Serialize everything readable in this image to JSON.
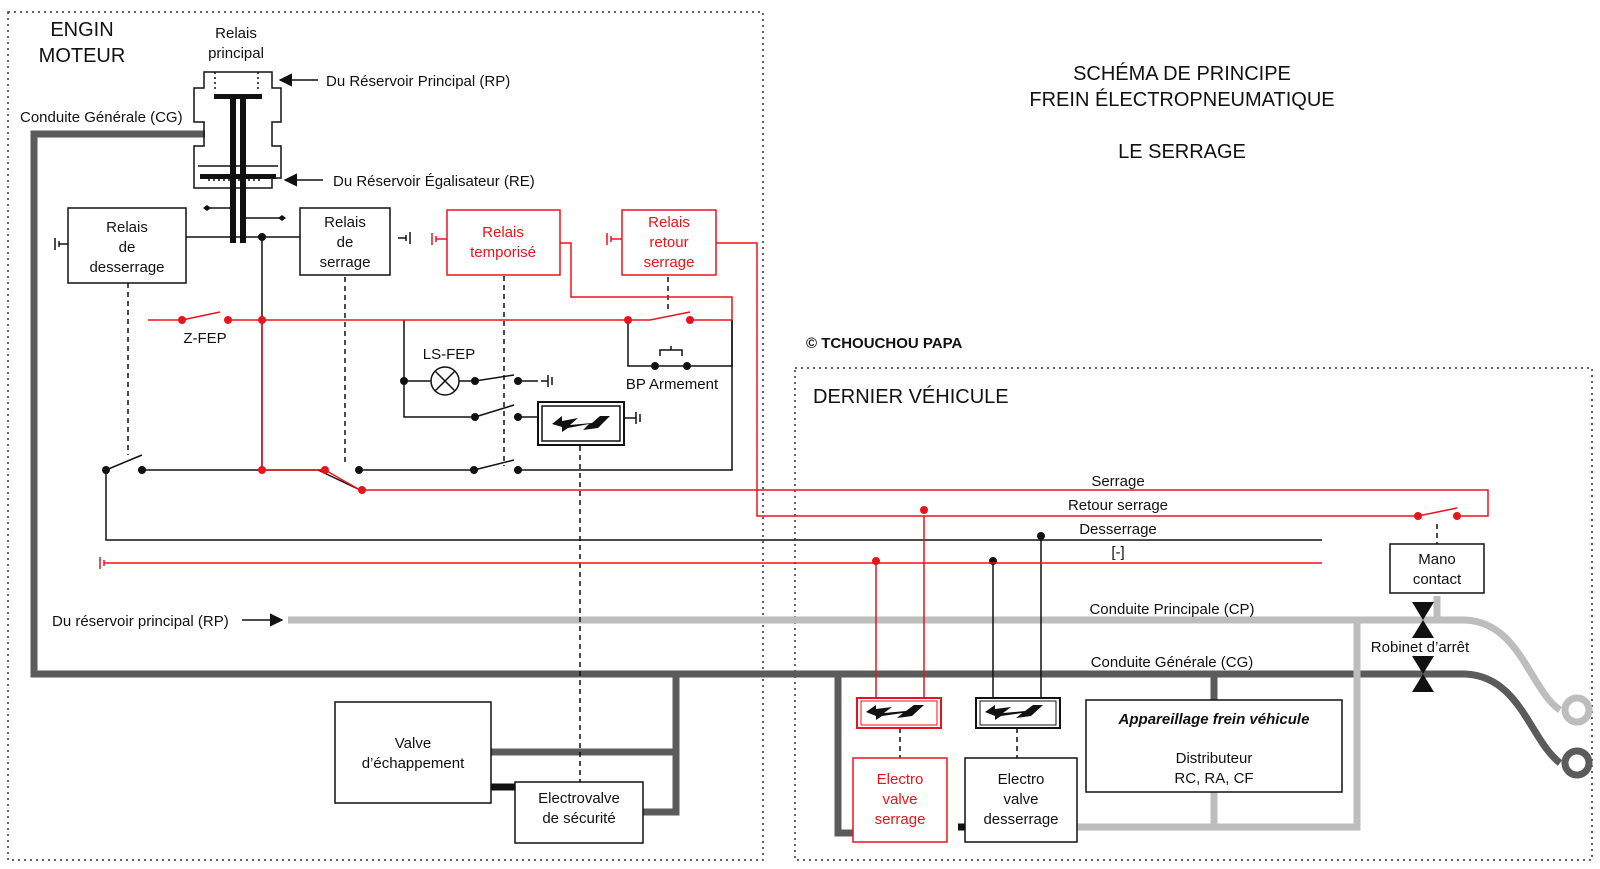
{
  "colors": {
    "black": "#111111",
    "red": "#e8141b",
    "cp": "#bdbdbd",
    "cg": "#5b5b5b"
  },
  "title": {
    "line1": "SCHÉMA DE PRINCIPE",
    "line2": "FREIN ÉLECTROPNEUMATIQUE",
    "subtitle": "LE SERRAGE"
  },
  "copyright": "© TCHOUCHOU PAPA",
  "engine": {
    "title_line1": "ENGIN",
    "title_line2": "MOTEUR",
    "relais_principal": [
      "Relais",
      "principal"
    ],
    "arrow_rp": "Du Réservoir Principal (RP)",
    "arrow_re": "Du Réservoir Égalisateur (RE)",
    "cg_label": "Conduite Générale (CG)",
    "relais_desserrage": [
      "Relais",
      "de",
      "desserrage"
    ],
    "relais_serrage": [
      "Relais",
      "de",
      "serrage"
    ],
    "relais_temporise": [
      "Relais",
      "temporisé"
    ],
    "relais_retour": [
      "Relais",
      "retour",
      "serrage"
    ],
    "zfep": "Z-FEP",
    "lsfep": "LS-FEP",
    "bp": "BP Armement",
    "rp_in": "Du réservoir principal (RP)",
    "valve_echappement": [
      "Valve",
      "d’échappement"
    ],
    "electrovalve_securite": [
      "Electrovalve",
      "de sécurité"
    ]
  },
  "lines": {
    "serrage": "Serrage",
    "retour": "Retour serrage",
    "desserrage": "Desserrage",
    "moins": "[-]",
    "cp": "Conduite Principale (CP)",
    "cg": "Conduite Générale (CG)"
  },
  "vehicle": {
    "title": "DERNIER VÉHICULE",
    "mano": [
      "Mano",
      "contact"
    ],
    "robinet": "Robinet d’arrêt",
    "ev_serrage": [
      "Electro",
      "valve",
      "serrage"
    ],
    "ev_desserrage": [
      "Electro",
      "valve",
      "desserrage"
    ],
    "appareillage_title": "Appareillage frein véhicule",
    "appareillage_body": [
      "Distributeur",
      "RC, RA, CF"
    ]
  }
}
